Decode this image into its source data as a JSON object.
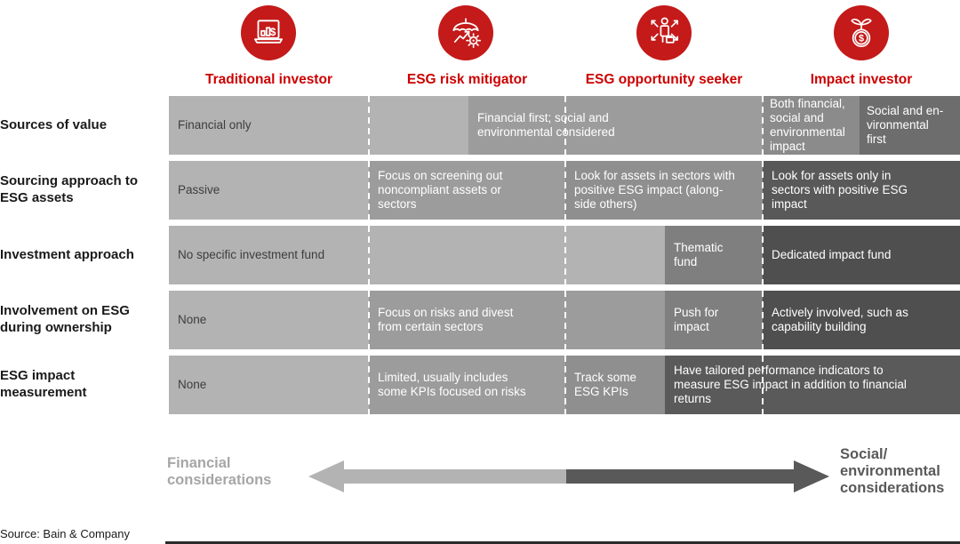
{
  "brand": {
    "red": "#cc0000",
    "icon_red": "#c41a1a"
  },
  "columns": [
    {
      "label": "Traditional investor",
      "icon": "laptop-bar-chart-dollar-icon"
    },
    {
      "label": "ESG risk mitigator",
      "icon": "umbrella-trend-gear-icon"
    },
    {
      "label": "ESG opportunity seeker",
      "icon": "person-expanding-arrows-icon"
    },
    {
      "label": "Impact investor",
      "icon": "sprouting-coin-icon"
    }
  ],
  "rows": [
    {
      "label": "Sources of value",
      "cells": [
        {
          "text": "Financial only",
          "color": "#b3b3b3",
          "text_color": "#3d3d3d"
        },
        {
          "text": "Financial first; social and\nenvironmental considered",
          "color": "#9c9c9c",
          "text_color": "#ffffff"
        },
        {
          "text": "Both financial,\nsocial and\nenvironmental\nimpact",
          "color": "#8b8b8b",
          "text_color": "#ffffff"
        },
        {
          "text": "Social and en-\nvironmental\nfirst",
          "color": "#6d6d6d",
          "text_color": "#ffffff"
        }
      ]
    },
    {
      "label": "Sourcing approach to\nESG assets",
      "cells": [
        {
          "text": "Passive",
          "color": "#b3b3b3",
          "text_color": "#3d3d3d"
        },
        {
          "text": "Focus on screening out\nnoncompliant assets or\nsectors",
          "color": "#9c9c9c",
          "text_color": "#ffffff"
        },
        {
          "text": "Look for assets in sectors with\npositive ESG impact (along-\nside others)",
          "color": "#8f8f8f",
          "text_color": "#ffffff"
        },
        {
          "text": "Look for assets only in\nsectors with positive ESG\nimpact",
          "color": "#595959",
          "text_color": "#ffffff"
        }
      ]
    },
    {
      "label": "Investment approach",
      "cells": [
        {
          "text": "No specific investment fund",
          "color": "#b3b3b3",
          "text_color": "#3d3d3d"
        },
        {
          "text": "Thematic\nfund",
          "color": "#7f7f7f",
          "text_color": "#ffffff"
        },
        {
          "text": "Dedicated impact fund",
          "color": "#4f4f4f",
          "text_color": "#ffffff"
        }
      ]
    },
    {
      "label": "Involvement on ESG\nduring ownership",
      "cells": [
        {
          "text": "None",
          "color": "#b3b3b3",
          "text_color": "#3d3d3d"
        },
        {
          "text": "Focus on risks and divest\nfrom certain sectors",
          "color": "#9c9c9c",
          "text_color": "#ffffff"
        },
        {
          "text": "Push for\nimpact",
          "color": "#7f7f7f",
          "text_color": "#ffffff"
        },
        {
          "text": "Actively involved, such as\ncapability building",
          "color": "#4f4f4f",
          "text_color": "#ffffff"
        }
      ]
    },
    {
      "label": "ESG impact\nmeasurement",
      "cells": [
        {
          "text": "None",
          "color": "#b3b3b3",
          "text_color": "#3d3d3d"
        },
        {
          "text": "Limited, usually includes\nsome KPIs focused on risks",
          "color": "#9c9c9c",
          "text_color": "#ffffff"
        },
        {
          "text": "Track some\nESG KPIs",
          "color": "#8f8f8f",
          "text_color": "#ffffff"
        },
        {
          "text": "Have tailored performance indicators to\nmeasure ESG impact in addition to financial\nreturns",
          "color": "#5a5a5a",
          "text_color": "#ffffff"
        }
      ]
    }
  ],
  "spectrum": {
    "left_label": "Financial\nconsiderations",
    "right_label": "Social/\nenvironmental\nconsiderations",
    "left_color": "#b3b3b3",
    "right_color": "#595959",
    "left_label_color": "#a6a6a6",
    "right_label_color": "#595959"
  },
  "source": "Source: Bain & Company"
}
